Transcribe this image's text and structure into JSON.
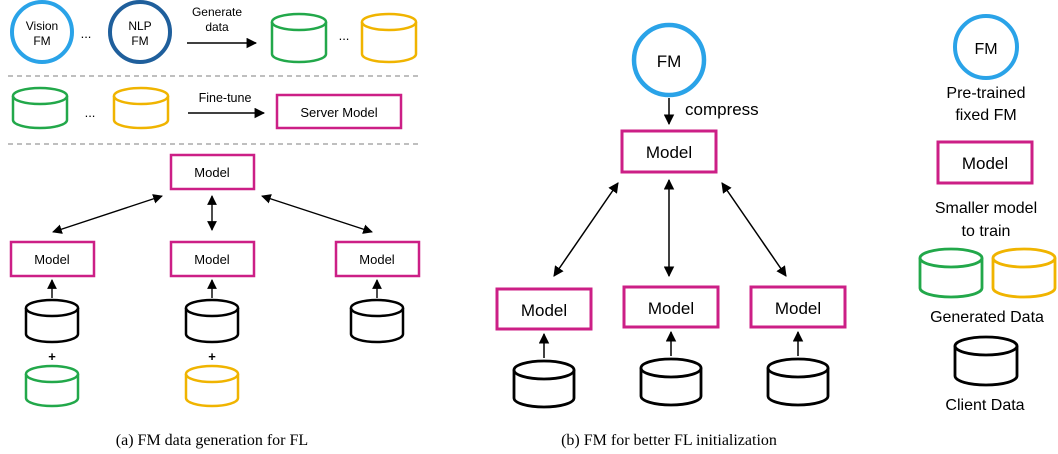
{
  "colors": {
    "model_border": "#cc1f86",
    "fm_border": "#2aa3e8",
    "nlp_fm_border": "#1f5f9c",
    "generated_green": "#22a84a",
    "generated_yellow": "#f0b400",
    "client_black": "#000000",
    "divider": "#999999"
  },
  "panel_a": {
    "vision_fm": [
      "Vision",
      "FM"
    ],
    "nlp_fm": [
      "NLP",
      "FM"
    ],
    "ellipsis": "...",
    "generate_data": [
      "Generate",
      "data"
    ],
    "fine_tune": "Fine-tune",
    "server_model": "Server Model",
    "model": "Model",
    "plus": "+",
    "caption": "(a) FM data generation for FL"
  },
  "panel_b": {
    "fm": "FM",
    "compress": "compress",
    "model": "Model",
    "caption": "(b) FM for better FL initialization"
  },
  "legend": {
    "fm": "FM",
    "fm_desc": [
      "Pre-trained",
      "fixed FM"
    ],
    "model": "Model",
    "model_desc": [
      "Smaller model",
      "to train"
    ],
    "generated_data": "Generated Data",
    "client_data": "Client Data"
  }
}
